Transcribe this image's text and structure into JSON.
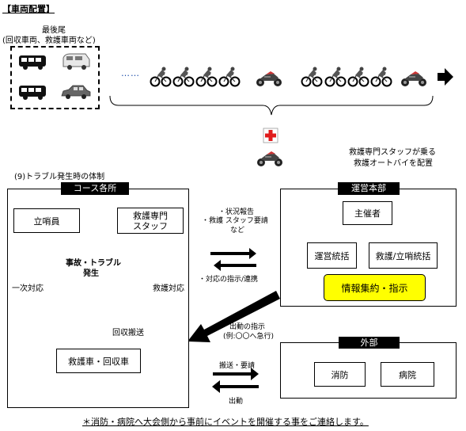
{
  "header": {
    "title": "【車両配置】"
  },
  "tail": {
    "label_line1": "最後尾",
    "label_line2": "(回収車両、救護車両など)"
  },
  "ellipsis": "……",
  "ambulance_bike_note": {
    "line1": "救護専門スタッフが乗る",
    "line2": "救護オートバイを配置"
  },
  "section_title": "(9)トラブル発生時の体制",
  "course": {
    "tag": "コース各所",
    "watcher": "立哨員",
    "rescue_staff_line1": "救護専門",
    "rescue_staff_line2": "スタッフ",
    "incident_line1": "事故・トラブル",
    "incident_line2": "発生",
    "first_response": "一次対応",
    "rescue_response": "救護対応",
    "recovery_transport": "回収搬送",
    "ambulance_recovery": "救護車・回収車"
  },
  "hq": {
    "tag": "運営本部",
    "organizer": "主催者",
    "ops_control": "運営統括",
    "rescue_control": "救護/立哨統括",
    "info_command": "情報集約・指示"
  },
  "external": {
    "tag": "外部",
    "fire": "消防",
    "hospital": "病院"
  },
  "comm": {
    "report_line1": "・状況報告",
    "report_line2": "・救護 スタッフ要請",
    "report_line3": "など",
    "instructions": "・対応の指示/連携",
    "dispatch_line1": "出動の指示",
    "dispatch_line2": "(例:〇〇へ急行)",
    "transport_request": "搬送・要請",
    "dispatch": "出動"
  },
  "footer_note": "＊消防・病院へ大会側から事前にイベントを開催する事をご連絡します。",
  "colors": {
    "accent_yellow": "#ffff00",
    "burst_yellow": "#ffff33",
    "red_cross": "#e01c1c",
    "tag_black": "#000000"
  },
  "icons": [
    "van-icon",
    "minivan-icon",
    "car-icon",
    "cyclist-icon",
    "motorcycle-icon",
    "red-cross-icon"
  ]
}
